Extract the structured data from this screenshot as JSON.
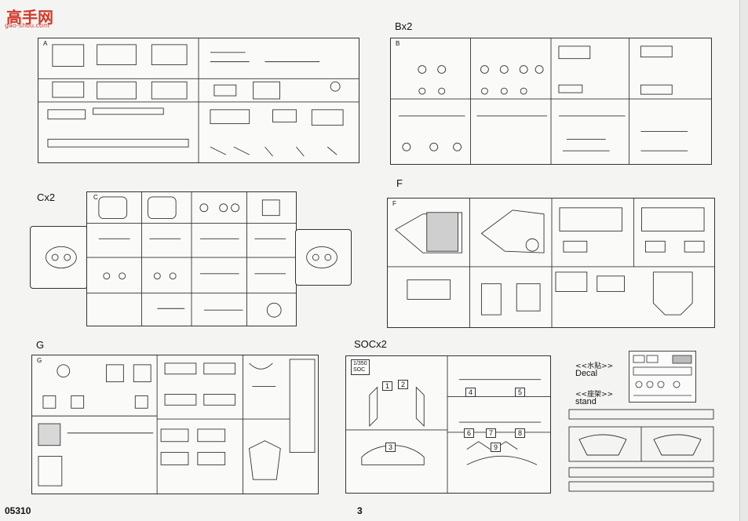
{
  "watermark": {
    "brand": "高手网",
    "site": "gao-shou.com"
  },
  "sprues": {
    "A": {
      "letter": "A",
      "label": ""
    },
    "B": {
      "letter": "B",
      "label": "Bx2"
    },
    "C": {
      "letter": "C",
      "label": "Cx2"
    },
    "F": {
      "letter": "F",
      "label": "F"
    },
    "G": {
      "letter": "G",
      "label": "G"
    },
    "SOC": {
      "letter": "SOC",
      "label": "SOCx2"
    }
  },
  "soc_tag": {
    "scale": "1/350",
    "name": "SOC"
  },
  "soc_parts": [
    "1",
    "2",
    "3",
    "4",
    "5",
    "6",
    "7",
    "8",
    "9"
  ],
  "decal": {
    "cn": "<<水贴>>",
    "en": "Decal"
  },
  "stand": {
    "cn": "<<座架>>",
    "en": "stand"
  },
  "footer": {
    "code": "05310",
    "page": "3"
  }
}
